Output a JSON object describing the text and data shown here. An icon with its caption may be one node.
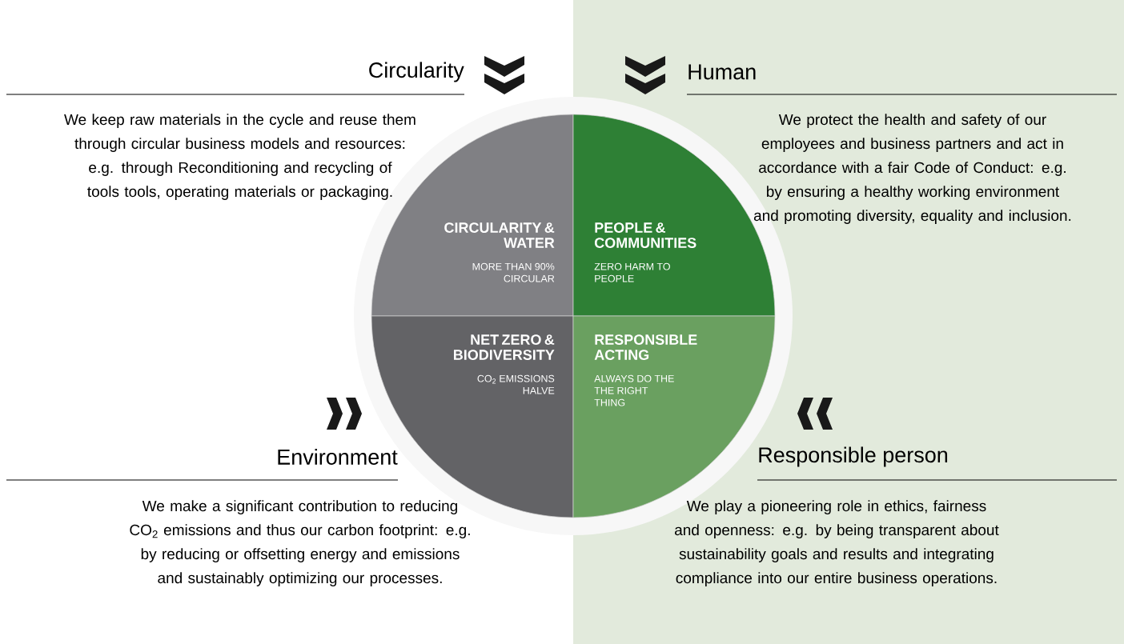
{
  "diagram": {
    "nodes": [
      {
        "text": [
          "CIRCULARITY & WATER",
          "MORE THAN 90% CIRCULAR"
        ]
      },
      {
        "text": [
          "PEOPLE & COMMUNITIES",
          "ZERO HARM TO PEOPLE"
        ]
      },
      {
        "text": [
          "NET ZERO & BIODIVERSITY",
          "CO$_{2}$ EMISSIONS HALVE"
        ]
      },
      {
        "text": [
          "RESPONSIBLE ACTING",
          "ALWAYS DO THE THE RIGHT THING"
        ]
      }
    ],
    "labels": [
      "Circularity",
      "We keep raw materials in the cycle and reuse them through circular business models and resources: e.g. through Reconditioning and recycling of tools tools, operating materials or packaging.",
      "Human",
      "We protect the health and safety of our employees and business partners and act in accordance with a fair Code of Conduct: e.g. by ensuring a healthy working environment and promoting diversity, equality and inclusion.",
      "Environment",
      "We make a significant contribution to reducing CO$_{2}$ emissions and thus our carbon footprint: e.g. by reducing or offsetting energy and emissions and sustainably optimizing our processes.",
      "Responsible person",
      "We play a pioneering role in ethics, fairness and openness: e.g. by being transparent about sustainability goals and results and integrating compliance into our entire business operations."
    ]
  }
}
